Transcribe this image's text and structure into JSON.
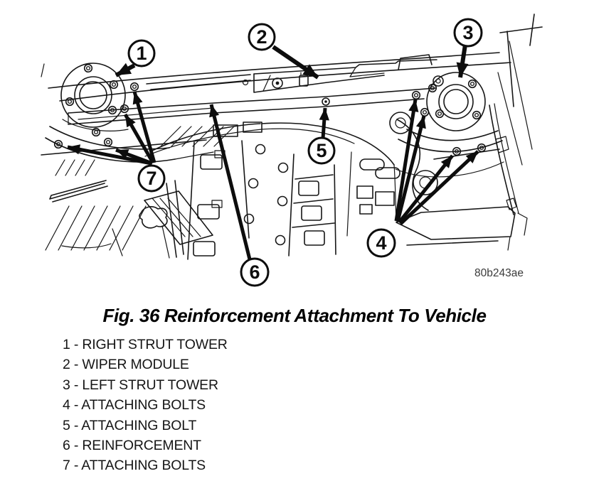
{
  "figure": {
    "caption": "Fig. 36 Reinforcement Attachment To Vehicle",
    "drawing_code": "80b243ae",
    "callouts": {
      "c1": "1",
      "c2": "2",
      "c3": "3",
      "c4": "4",
      "c5": "5",
      "c6": "6",
      "c7": "7"
    },
    "legend": [
      "1 - RIGHT STRUT TOWER",
      "2 - WIPER MODULE",
      "3 - LEFT STRUT TOWER",
      "4 - ATTACHING BOLTS",
      "5 - ATTACHING BOLT",
      "6 - REINFORCEMENT",
      "7 - ATTACHING BOLTS"
    ]
  },
  "colors": {
    "ink": "#161616",
    "paper": "#ffffff",
    "code_text": "#3b3b3b"
  }
}
